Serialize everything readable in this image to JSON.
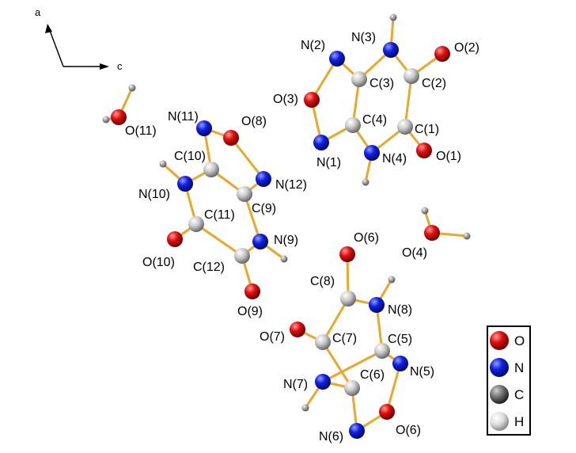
{
  "axes": {
    "a": "a",
    "c": "c"
  },
  "colors": {
    "O": "#e01010",
    "N": "#1020e0",
    "C": "#bdbdbd",
    "H": "#9a9a9a",
    "bond": "#e8a82a"
  },
  "labels": {
    "N2": "N(2)",
    "N3": "N(3)",
    "O2": "O(2)",
    "O3": "O(3)",
    "C3": "C(3)",
    "C2": "C(2)",
    "C4": "C(4)",
    "C1": "C(1)",
    "N1": "N(1)",
    "N4": "N(4)",
    "O1": "O(1)",
    "O11": "O(11)",
    "N11": "N(11)",
    "O8": "O(8)",
    "C10": "C(10)",
    "N12": "N(12)",
    "N10": "N(10)",
    "C11": "C(11)",
    "C9": "C(9)",
    "N9": "N(9)",
    "O10": "O(10)",
    "C12": "C(12)",
    "O9": "O(9)",
    "O6a": "O(6)",
    "O4": "O(4)",
    "C8": "C(8)",
    "N8": "N(8)",
    "O7": "O(7)",
    "C7": "C(7)",
    "C5": "C(5)",
    "N5": "N(5)",
    "N7": "N(7)",
    "C6": "C(6)",
    "N6": "N(6)",
    "O6b": "O(6)"
  },
  "legend": [
    {
      "element": "O",
      "label": "O"
    },
    {
      "element": "N",
      "label": "N"
    },
    {
      "element": "C",
      "label": "C"
    },
    {
      "element": "H",
      "label": "H"
    }
  ]
}
